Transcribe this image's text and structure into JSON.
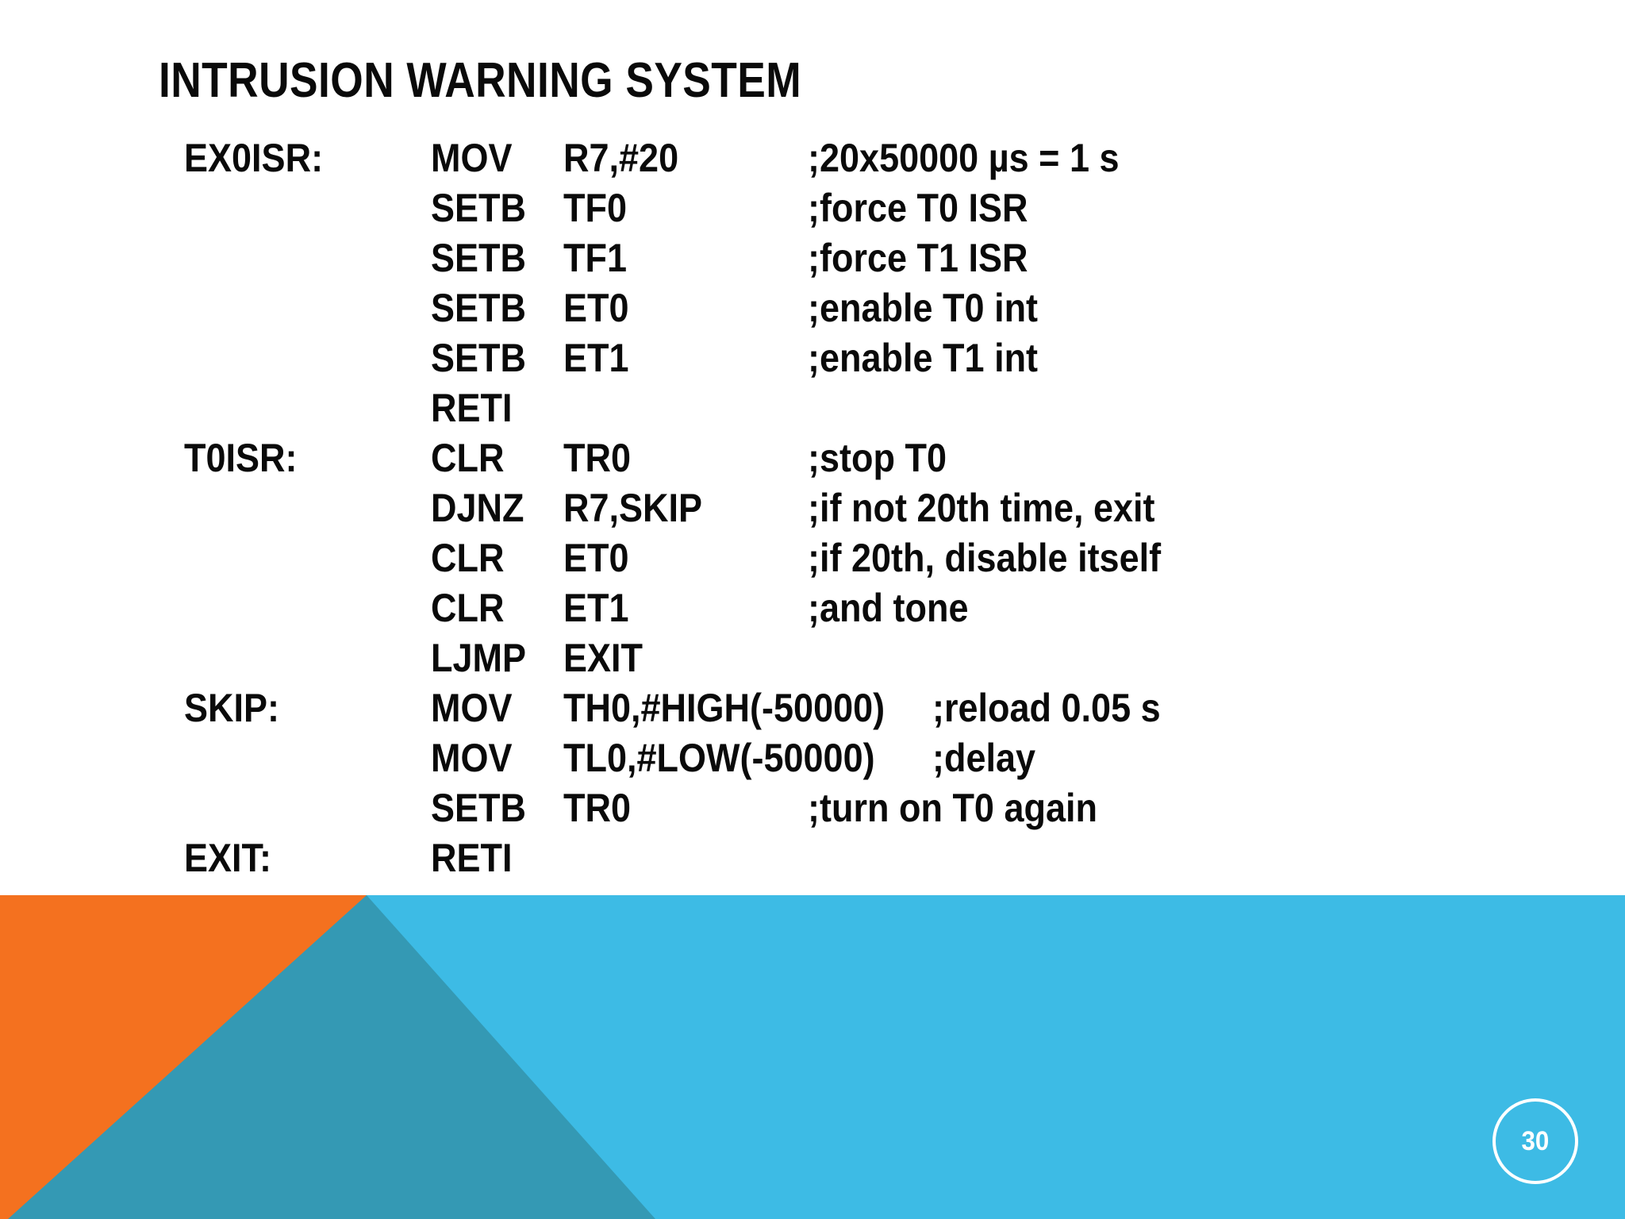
{
  "slide": {
    "title": "INTRUSION WARNING SYSTEM",
    "page_number": "30"
  },
  "colors": {
    "background": "#ffffff",
    "text": "#0a0a0a",
    "band_blue": "#3dbbe5",
    "band_orange": "#f4711f",
    "band_triangle": "#3499b4",
    "badge_stroke": "#ffffff"
  },
  "code": {
    "rows": [
      {
        "label": "EX0ISR:",
        "mnemonic": "MOV",
        "operand": "R7,#20",
        "comment": ";20x50000 µs = 1 s",
        "comment_shift": false
      },
      {
        "label": "",
        "mnemonic": "SETB",
        "operand": "TF0",
        "comment": ";force T0 ISR",
        "comment_shift": false
      },
      {
        "label": "",
        "mnemonic": "SETB",
        "operand": "TF1",
        "comment": ";force T1 ISR",
        "comment_shift": false
      },
      {
        "label": "",
        "mnemonic": "SETB",
        "operand": "ET0",
        "comment": ";enable T0 int",
        "comment_shift": false
      },
      {
        "label": "",
        "mnemonic": "SETB",
        "operand": "ET1",
        "comment": ";enable T1 int",
        "comment_shift": false
      },
      {
        "label": "",
        "mnemonic": "RETI",
        "operand": "",
        "comment": "",
        "comment_shift": false
      },
      {
        "label": "T0ISR:",
        "mnemonic": "CLR",
        "operand": "TR0",
        "comment": ";stop T0",
        "comment_shift": false
      },
      {
        "label": "",
        "mnemonic": "DJNZ",
        "operand": "R7,SKIP",
        "comment": ";if not 20th time, exit",
        "comment_shift": false
      },
      {
        "label": "",
        "mnemonic": "CLR",
        "operand": "ET0",
        "comment": ";if 20th, disable itself",
        "comment_shift": false
      },
      {
        "label": "",
        "mnemonic": "CLR",
        "operand": "ET1",
        "comment": ";and tone",
        "comment_shift": false
      },
      {
        "label": "",
        "mnemonic": "LJMP",
        "operand": "EXIT",
        "comment": "",
        "comment_shift": false
      },
      {
        "label": "SKIP:",
        "mnemonic": "MOV",
        "operand": "TH0,#HIGH(-50000)",
        "comment": ";reload 0.05 s",
        "comment_shift": true
      },
      {
        "label": "",
        "mnemonic": "MOV",
        "operand": "TL0,#LOW(-50000)",
        "comment": ";delay",
        "comment_shift": true
      },
      {
        "label": "",
        "mnemonic": "SETB",
        "operand": "TR0",
        "comment": ";turn on T0 again",
        "comment_shift": false
      },
      {
        "label": "EXIT:",
        "mnemonic": "RETI",
        "operand": "",
        "comment": "",
        "comment_shift": false
      }
    ]
  }
}
